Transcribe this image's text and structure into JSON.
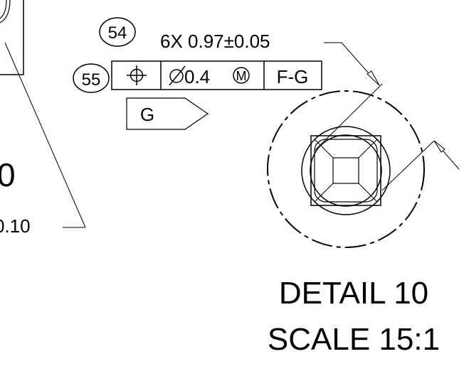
{
  "balloons": [
    {
      "label": "54"
    },
    {
      "label": "55"
    }
  ],
  "hole_callout": "6X 0.97±0.05",
  "feature_control_frame": {
    "symbol": "position",
    "tolerance": "∅0.4",
    "modifier": "M",
    "datum_reference": "F-G"
  },
  "datum_feature": "G",
  "partial_left": {
    "large_text": "0",
    "small_text": "0.10"
  },
  "detail": {
    "title": "DETAIL 10",
    "scale": "SCALE 15:1"
  }
}
